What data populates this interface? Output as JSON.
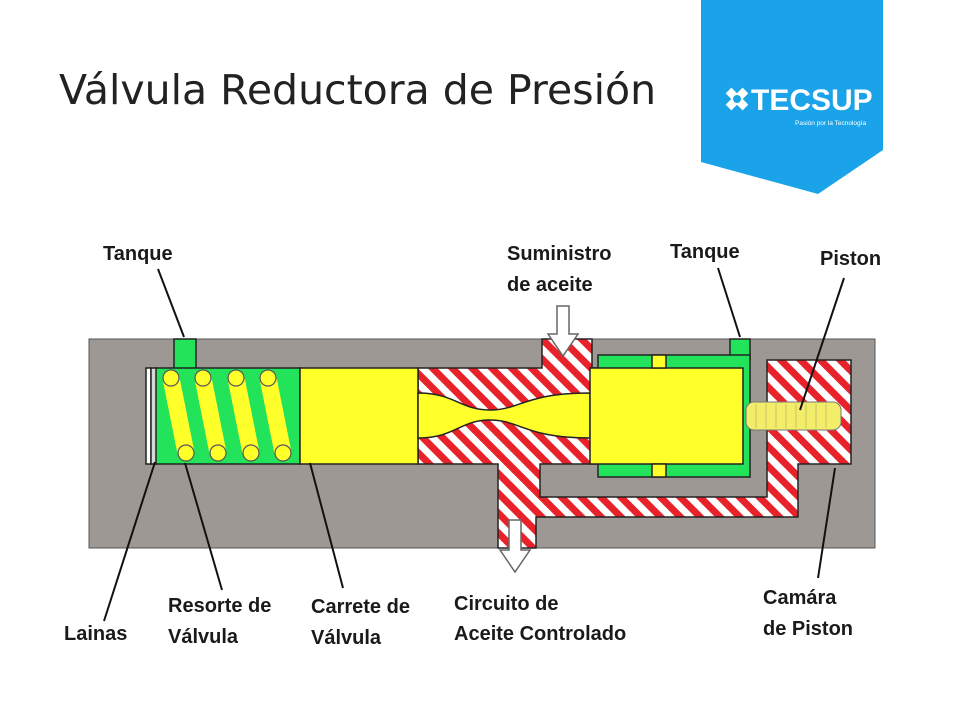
{
  "slide": {
    "title": "Válvula Reductora de Presión"
  },
  "logo": {
    "name": "TECSUP",
    "tagline": "Pasión por la Tecnología",
    "bg_color": "#1aa3e8"
  },
  "colors": {
    "body": "#9d9893",
    "low_pressure": "#22e35a",
    "spool": "#ffff2a",
    "hatch_red": "#e8222a",
    "piston": "#f3ee6a"
  },
  "labels": {
    "tank_left": "Tanque",
    "supply": [
      "Suministro",
      "de aceite"
    ],
    "tank_right": "Tanque",
    "piston": "Piston",
    "shims": "Lainas",
    "spring": [
      "Resorte de",
      "Válvula"
    ],
    "spool": [
      "Carrete de",
      "Válvula"
    ],
    "controlled": [
      "Circuito de",
      "Aceite Controlado"
    ],
    "chamber": [
      "Camára",
      "de Piston"
    ]
  }
}
